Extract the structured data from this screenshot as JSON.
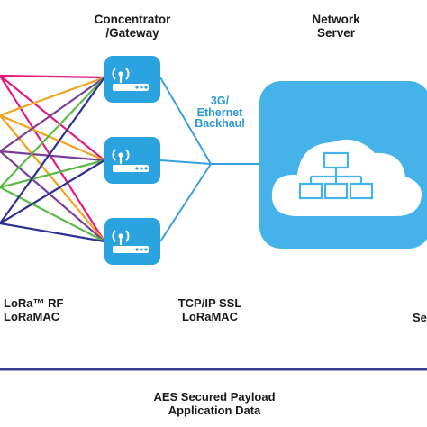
{
  "labels": {
    "gateway_title": [
      "Concentrator",
      "/Gateway"
    ],
    "server_title": [
      "Network",
      "Server"
    ],
    "backhaul": [
      "3G/",
      "Ethernet",
      "Backhaul"
    ],
    "end_protocol": [
      "LoRa™ RF",
      "LoRaMAC"
    ],
    "gateway_protocol": [
      "TCP/IP SSL",
      "LoRaMAC"
    ],
    "edge_fragment": "Se",
    "payload": [
      "AES Secured Payload",
      "Application Data"
    ]
  },
  "colors": {
    "gateway_fill": "#2aa3e0",
    "cloud_panel": "#45b2ea",
    "backhaul_line": "#3aa0dc",
    "divider": "#3c3c8c",
    "link_colors": [
      "#e6197d",
      "#f2a31b",
      "#7b3f98",
      "#5bbb46",
      "#2e3192"
    ]
  },
  "icons": {
    "gateway": "wireless-gateway-icon",
    "cloud": "cloud-icon",
    "network_tree": "network-hierarchy-icon"
  },
  "diagram": {
    "gateways": [
      "gateway-1",
      "gateway-2",
      "gateway-3"
    ],
    "end_device_links": [
      {
        "color": "#e6197d",
        "gateways": [
          "gateway-1",
          "gateway-2",
          "gateway-3"
        ]
      },
      {
        "color": "#f2a31b",
        "gateways": [
          "gateway-1",
          "gateway-2",
          "gateway-3"
        ]
      },
      {
        "color": "#7b3f98",
        "gateways": [
          "gateway-1",
          "gateway-2",
          "gateway-3"
        ]
      },
      {
        "color": "#5bbb46",
        "gateways": [
          "gateway-1",
          "gateway-2",
          "gateway-3"
        ]
      },
      {
        "color": "#2e3192",
        "gateways": [
          "gateway-1",
          "gateway-2",
          "gateway-3"
        ]
      }
    ],
    "backhaul_links": [
      "gateway-1",
      "gateway-2",
      "gateway-3"
    ]
  }
}
